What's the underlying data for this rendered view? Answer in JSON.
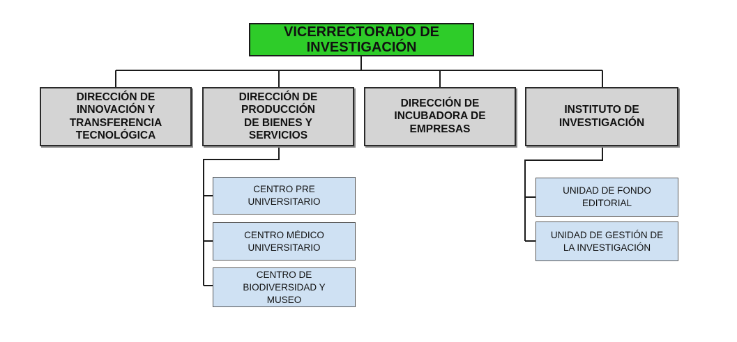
{
  "root": {
    "label": "VICERRECTORADO DE\nINVESTIGACIÓN",
    "color": "#2ecc29"
  },
  "directions": [
    {
      "label": "DIRECCIÓN DE\nINNOVACIÓN Y\nTRANSFERENCIA\nTECNOLÓGICA"
    },
    {
      "label": "DIRECCIÓN DE\nPRODUCCIÓN\nDE BIENES Y\nSERVICIOS"
    },
    {
      "label": "DIRECCIÓN DE\nINCUBADORA DE\nEMPRESAS"
    },
    {
      "label": "INSTITUTO DE\nINVESTIGACIÓN"
    }
  ],
  "produccion_units": [
    {
      "label": "CENTRO PRE\nUNIVERSITARIO"
    },
    {
      "label": "CENTRO MÉDICO\nUNIVERSITARIO"
    },
    {
      "label": "CENTRO DE\nBIODIVERSIDAD Y\nMUSEO"
    }
  ],
  "instituto_units": [
    {
      "label": "UNIDAD DE FONDO\nEDITORIAL"
    },
    {
      "label": "UNIDAD DE GESTIÓN DE\nLA INVESTIGACIÓN"
    }
  ],
  "colors": {
    "direction_fill": "#d4d4d4",
    "unit_fill": "#cfe1f3",
    "line": "#1a1a1a"
  }
}
